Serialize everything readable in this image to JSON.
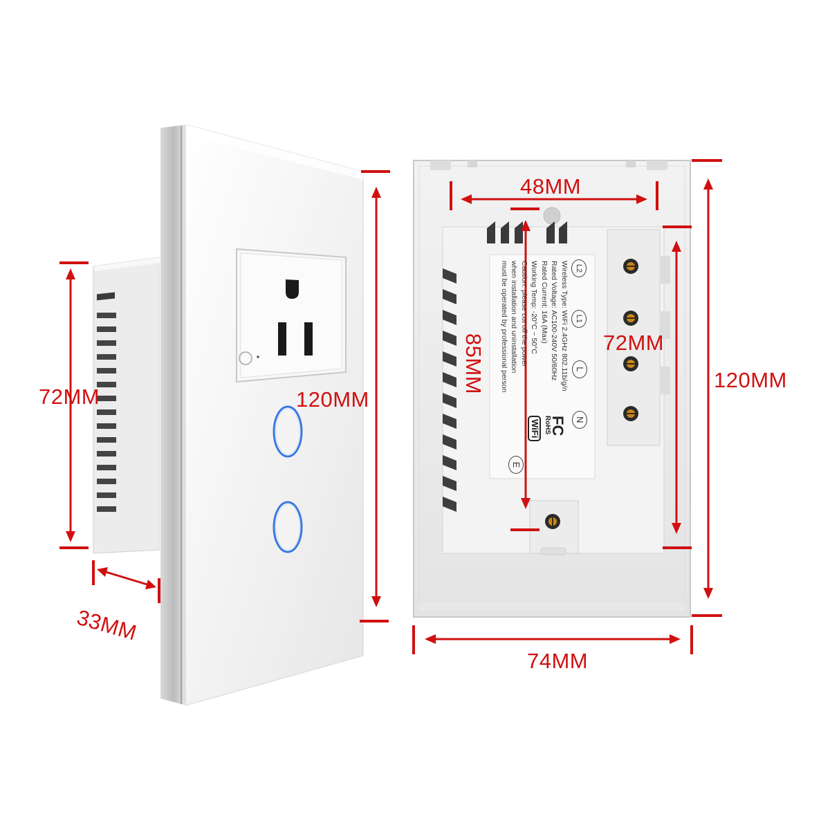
{
  "dimensions": {
    "front_depth": "33MM",
    "side_height": "72MM",
    "front_height": "120MM",
    "back_width_inner": "48MM",
    "back_height_inner": "85MM",
    "back_terminal_height": "72MM",
    "back_height": "120MM",
    "back_width": "74MM"
  },
  "label_sticker": {
    "lines": [
      "Wireless Type: WiFi 2.4GHz 802.11b/g/n",
      "Rated Voltage: AC100-240V 50/60Hz",
      "Rated Current: 16A (Max)",
      "Working Temp: -20°C ~ 50°C",
      "Caution:  please cut off the power",
      "when installation and uninstallation",
      "must be operated by professional person"
    ],
    "terminals": [
      "L2",
      "L1",
      "L",
      "N",
      "E"
    ],
    "marks": [
      "FC",
      "RoHS",
      "WiFi"
    ]
  },
  "colors": {
    "dimension": "#d01010",
    "panel": "#f4f4f4",
    "touch_ring": "#3a78e0"
  },
  "icons": [
    "outlet-icon",
    "touch-button-icon",
    "terminal-screw-icon"
  ]
}
